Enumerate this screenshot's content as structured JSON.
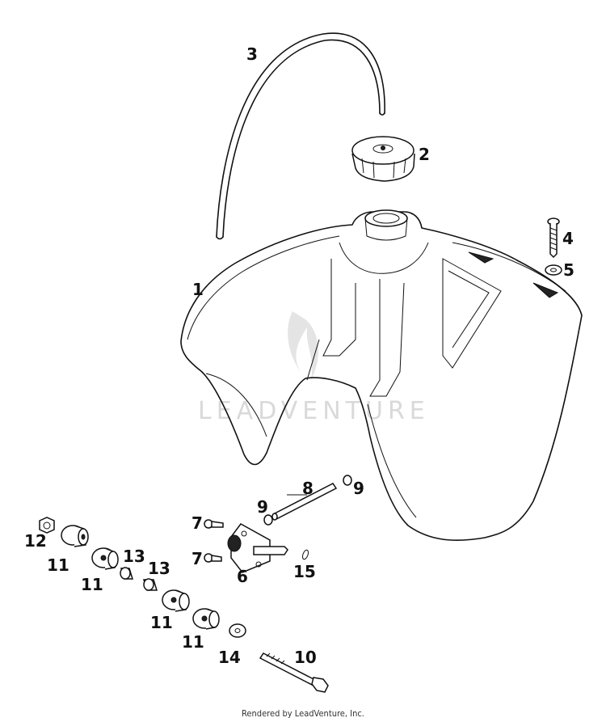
{
  "callouts": {
    "c1": "1",
    "c2": "2",
    "c3": "3",
    "c4": "4",
    "c5": "5",
    "c6": "6",
    "c7a": "7",
    "c7b": "7",
    "c8": "8",
    "c9a": "9",
    "c9b": "9",
    "c10": "10",
    "c11a": "11",
    "c11b": "11",
    "c11c": "11",
    "c11d": "11",
    "c12": "12",
    "c13a": "13",
    "c13b": "13",
    "c14": "14",
    "c15": "15"
  },
  "watermark": "LEADVENTURE",
  "footer": "Rendered by LeadVenture, Inc."
}
